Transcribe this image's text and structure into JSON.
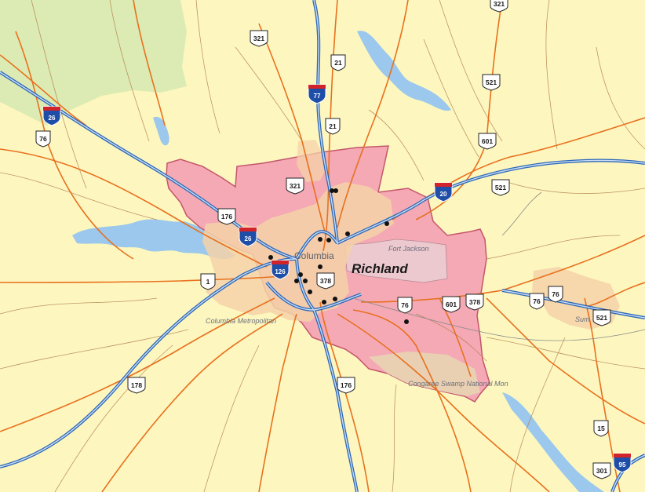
{
  "map": {
    "county_label": "Richland",
    "places": {
      "columbia": "Columbia",
      "columbia_metro": "Columbia Metropolitan",
      "fort_jackson": "Fort Jackson",
      "congaree": "Congaree Swamp National Mon",
      "sumter": "Sum"
    },
    "interstates": {
      "i26_nw": "26",
      "i77": "77",
      "i26_mid": "26",
      "i126": "126",
      "i20": "20",
      "i95": "95"
    },
    "us_routes": {
      "us321_top": "321",
      "us21_a": "21",
      "us21_b": "21",
      "us521_a": "521",
      "us601_a": "601",
      "us521_b": "521",
      "us76_w": "76",
      "us321_mid": "321",
      "us176_a": "176",
      "us1": "1",
      "us378_a": "378",
      "us76_mid": "76",
      "us601_b": "601",
      "us378_b": "378",
      "us76_e1": "76",
      "us76_e2": "76",
      "us521_c": "521",
      "us178": "178",
      "us176_b": "176",
      "us15": "15",
      "us301": "301",
      "top_partial": "321"
    },
    "colors": {
      "land": "#fdf7bf",
      "urban": "#f5d2a8",
      "county_fill": "#f4a9b4",
      "county_border": "#c4566b",
      "forest": "#dcebb3",
      "water": "#9bc8ec",
      "fort": "#ecc8cf",
      "swamp": "#ead0b3",
      "interstate": "#2d68b8",
      "major_road": "#e8701e",
      "minor_road": "#b07c4c"
    },
    "icons": [
      "interstate-shield-icon",
      "us-route-shield-icon",
      "city-dot-icon"
    ]
  }
}
